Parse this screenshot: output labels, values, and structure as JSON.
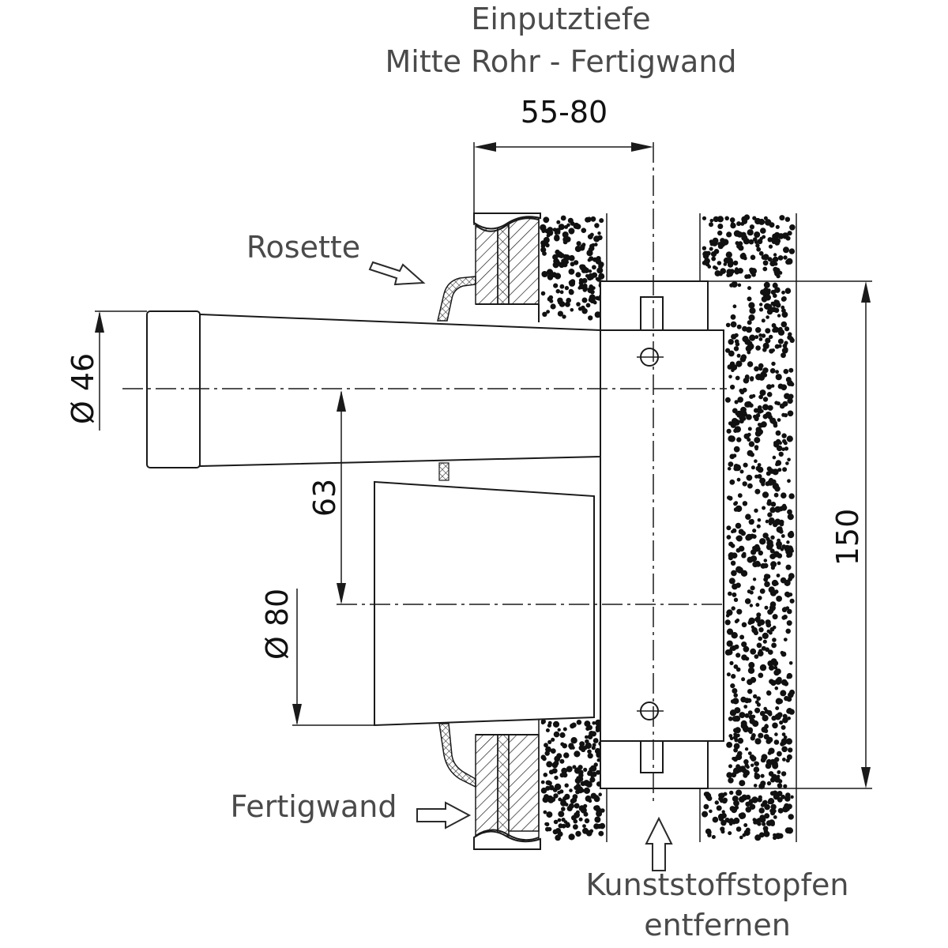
{
  "labels": {
    "depth_title_line1": "Einputztiefe",
    "depth_title_line2": "Mitte Rohr - Fertigwand",
    "depth_range": "55-80",
    "rosette": "Rosette",
    "finished_wall": "Fertigwand",
    "plug_line1": "Kunststoffstopfen",
    "plug_line2": "entfernen",
    "dia_small": "Ø 46",
    "dia_large": "Ø 80",
    "center_distance": "63",
    "height": "150"
  },
  "colors": {
    "line": "#1a1a1a",
    "label_text": "#4a4a4a",
    "dimension_text": "#111111",
    "background": "#ffffff"
  }
}
